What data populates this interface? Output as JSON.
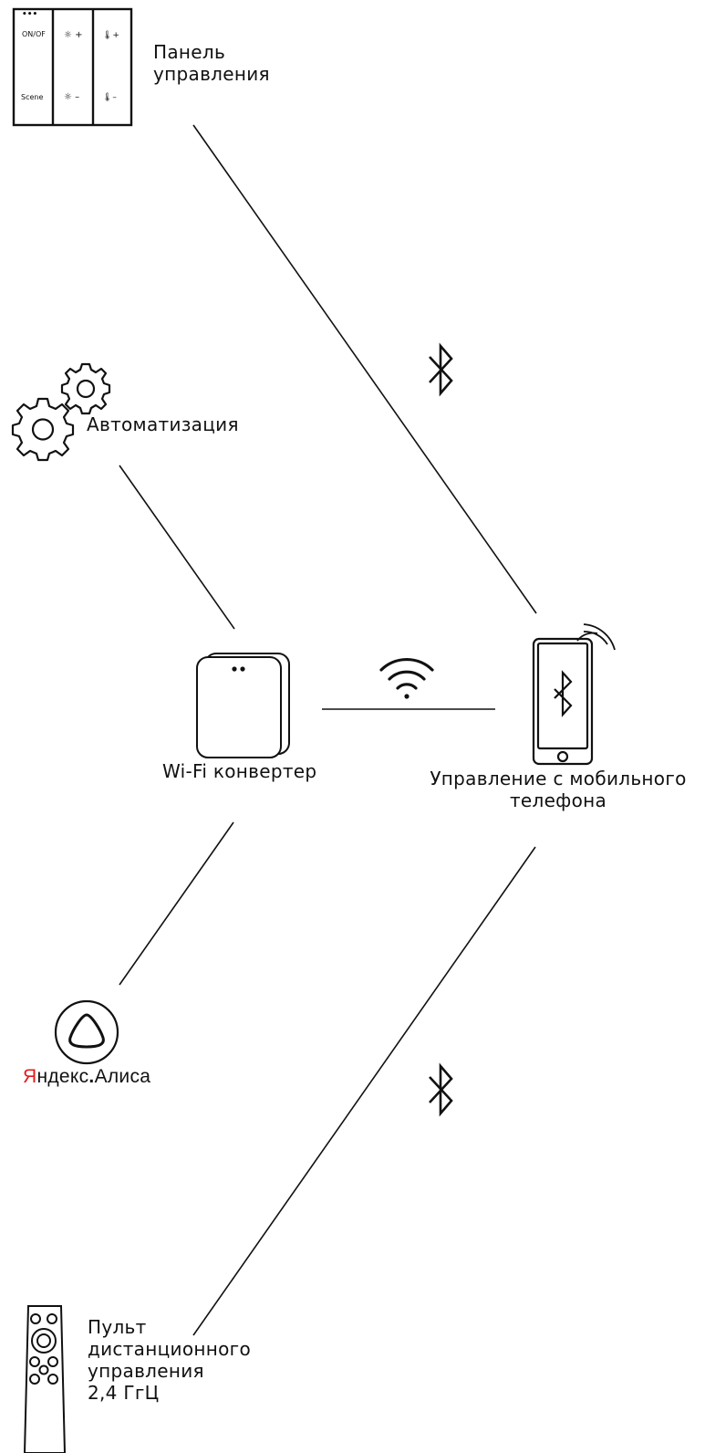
{
  "nodes": {
    "panel": {
      "label_line1": "Панель",
      "label_line2": "управления",
      "buttons": {
        "onoff": "ON/OF",
        "scene": "Scene",
        "dots": "•••",
        "bright_up": "☼ +",
        "bright_down": "☼ –",
        "temp_up": "🌡+",
        "temp_down": "🌡–"
      }
    },
    "automation": {
      "label": "Автоматизация"
    },
    "wifi_converter": {
      "label": "Wi-Fi конвертер"
    },
    "phone": {
      "label_line1": "Управление с мобильного",
      "label_line2": "телефона"
    },
    "alice": {
      "label_prefix": "Я",
      "label_rest": "ндекс",
      "label_dot": ".",
      "label_end": "Алиса"
    },
    "remote": {
      "label_line1": "Пульт",
      "label_line2": "дистанционного",
      "label_line3": "управления",
      "label_line4": "2,4 ГгЦ"
    }
  },
  "connections": [
    {
      "from": "panel",
      "to": "phone",
      "icon": "bluetooth-icon"
    },
    {
      "from": "automation",
      "to": "wifi_converter",
      "icon": ""
    },
    {
      "from": "wifi_converter",
      "to": "phone",
      "icon": "wifi-icon"
    },
    {
      "from": "wifi_converter",
      "to": "alice",
      "icon": ""
    },
    {
      "from": "phone",
      "to": "remote",
      "icon": "bluetooth-icon"
    }
  ],
  "colors": {
    "stroke": "#111111",
    "yandex_red": "#e31b1b"
  }
}
